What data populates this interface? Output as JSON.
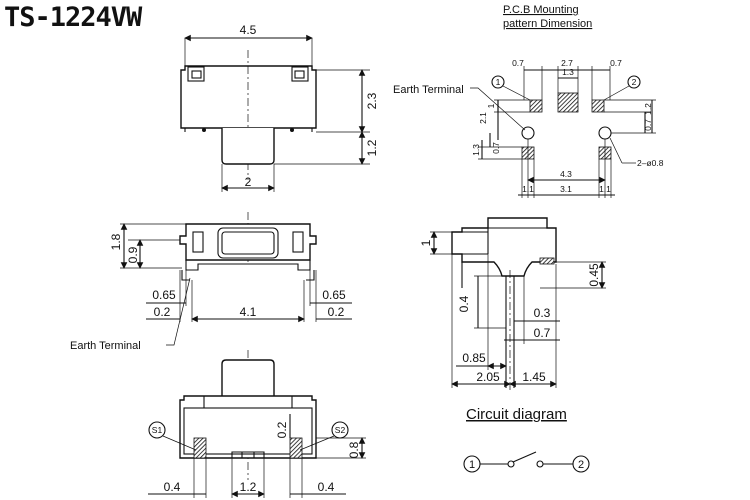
{
  "title": "TS-1224VW",
  "top_view": {
    "width": "4.5",
    "height": "2.3",
    "stem_height": "1.2",
    "stem_width": "2"
  },
  "pcb_pattern": {
    "title_line1": "P.C.B Mounting",
    "title_line2": "pattern Dimension",
    "earth_label": "Earth Terminal",
    "pin1": "1",
    "pin2": "2",
    "top_dims": [
      "0.7",
      "2.7",
      "1.3",
      "0.7"
    ],
    "left_dims": [
      "1",
      "2.1",
      "0.7",
      "1.3"
    ],
    "right_dims": [
      "0.7",
      "1.2"
    ],
    "hole_label": "2–ø0.8",
    "width_43": "4.3",
    "bottom_dims": [
      "1.1",
      "3.1",
      "1.1"
    ]
  },
  "front_view": {
    "height_18": "1.8",
    "height_09": "0.9",
    "left_065": "0.65",
    "right_065": "0.65",
    "left_02": "0.2",
    "right_02": "0.2",
    "pitch": "4.1",
    "earth_label": "Earth Terminal"
  },
  "side_view": {
    "dim_1": "1",
    "dim_045": "0.45",
    "dim_04": "0.4",
    "dim_03": "0.3",
    "dim_07": "0.7",
    "dim_085": "0.85",
    "dim_205": "2.05",
    "dim_145": "1.45"
  },
  "bottom_view": {
    "s1": "S1",
    "s2": "S2",
    "dim_02": "0.2",
    "dim_08": "0.8",
    "left_04": "0.4",
    "center_12": "1.2",
    "right_04": "0.4"
  },
  "circuit": {
    "title": "Circuit diagram",
    "pin1": "1",
    "pin2": "2"
  }
}
